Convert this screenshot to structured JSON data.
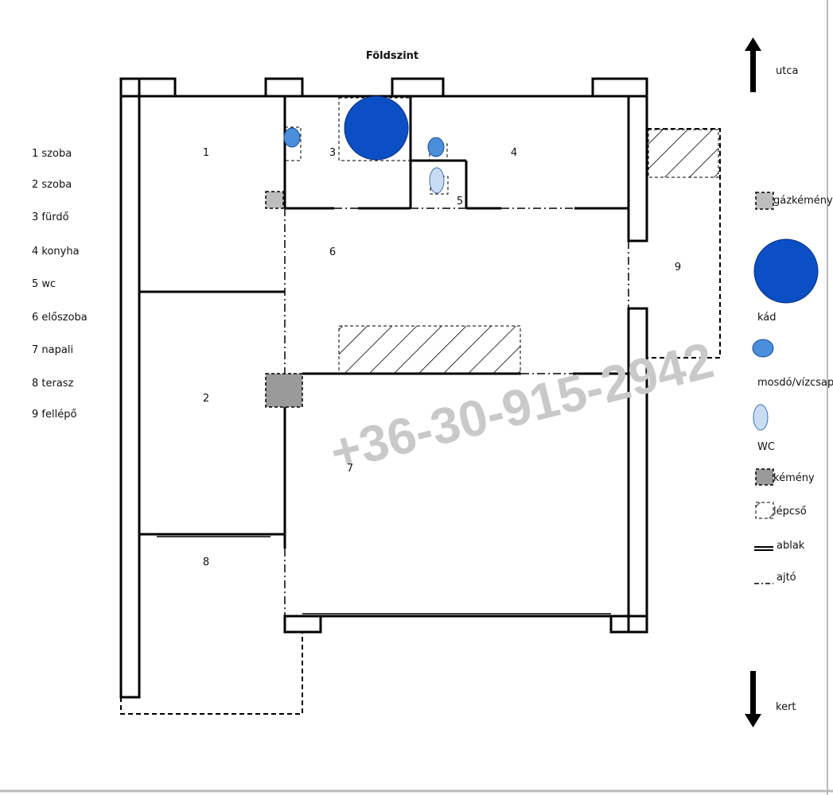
{
  "title": "Földszint",
  "watermark": "+36-30-915-2942",
  "directions": {
    "top": "utca",
    "bottom": "kert"
  },
  "room_numbers": [
    "1",
    "2",
    "3",
    "4",
    "5",
    "6",
    "7",
    "8",
    "9"
  ],
  "room_list": [
    "1 szoba",
    "2 szoba",
    "3 fürdő",
    "4 konyha",
    "5 wc",
    "6 előszoba",
    "7 napali",
    "8 terasz",
    "9 fellépő"
  ],
  "legend": {
    "gas_chimney": "gázkémény",
    "bathtub": "kád",
    "sink": "mosdó/vízcsap",
    "toilet": "WC",
    "chimney": "kémény",
    "stairs": "lépcső",
    "window": "ablak",
    "door": "ajtó"
  },
  "colors": {
    "bathtub": "#0a4fc4",
    "sink": "#4a8fdc",
    "toilet": "#c8dcf4",
    "chimney": "#9a9a9a",
    "gas_chimney": "#bdbdbd",
    "wall": "#000000"
  }
}
